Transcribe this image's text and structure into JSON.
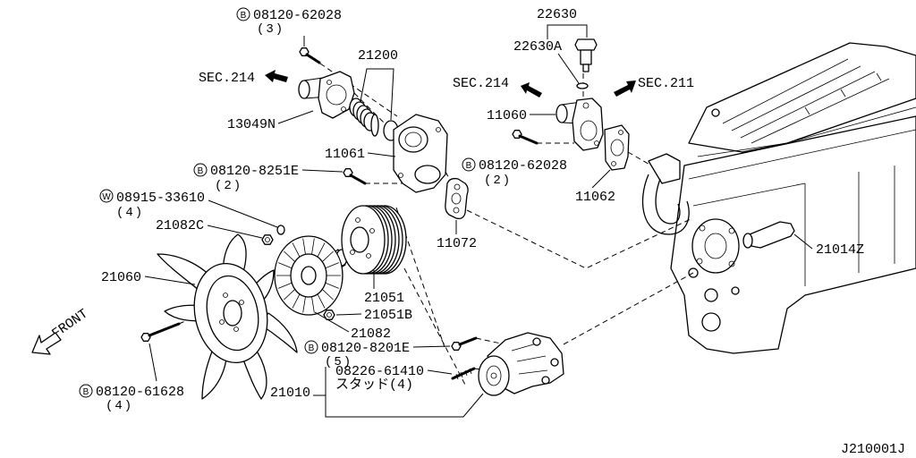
{
  "diagram": {
    "drawing_id": "J210001J",
    "direction_label": "FRONT",
    "section_refs": {
      "left": "SEC.214",
      "right_a": "SEC.214",
      "right_b": "SEC.211"
    },
    "parts": {
      "p21200": "21200",
      "p13049N": "13049N",
      "p11061": "11061",
      "p21082C": "21082C",
      "p21060": "21060",
      "p21051": "21051",
      "p21051B": "21051B",
      "p21082": "21082",
      "p21010": "21010",
      "p22630": "22630",
      "p22630A": "22630A",
      "p11060": "11060",
      "p11062": "11062",
      "p11072": "11072",
      "p21014Z": "21014Z"
    },
    "fasteners": [
      {
        "symbol": "B",
        "number": "08120-62028",
        "qty": "(3)"
      },
      {
        "symbol": "B",
        "number": "08120-8251E",
        "qty": "(2)"
      },
      {
        "symbol": "W",
        "number": "08915-33610",
        "qty": "(4)"
      },
      {
        "symbol": "B",
        "number": "08120-61628",
        "qty": "(4)"
      },
      {
        "symbol": "B",
        "number": "08120-8201E",
        "qty": "(5)"
      },
      {
        "symbol": "B",
        "number": "08120-62028",
        "qty": "(2)"
      }
    ],
    "stud": {
      "number": "08226-61410",
      "desc": "スタッド(4)"
    }
  }
}
